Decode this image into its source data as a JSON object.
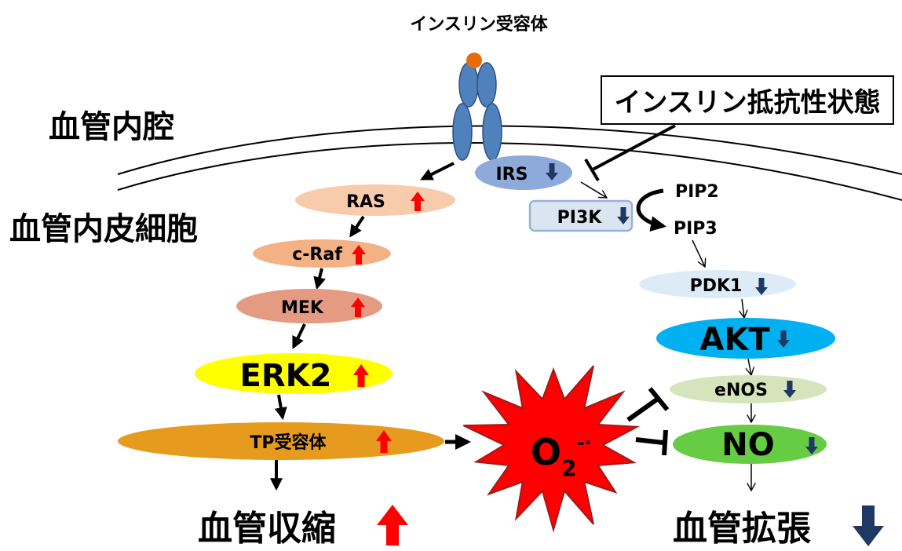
{
  "labels": {
    "receptor_title": "インスリン受容体",
    "vessel_lumen": "血管内腔",
    "endothelial_cell": "血管内皮細胞",
    "insulin_resistance": "インスリン抵抗性状態",
    "irs": "IRS",
    "pi3k": "PI3K",
    "pip2": "PIP2",
    "pip3": "PIP3",
    "pdk1": "PDK1",
    "akt": "AKT",
    "enos": "eNOS",
    "no": "NO",
    "ras": "RAS",
    "craf": "c-Raf",
    "mek": "MEK",
    "erk2": "ERK2",
    "tp_receptor": "TP受容体",
    "superoxide_base": "O",
    "superoxide_sub": "2",
    "superoxide_sup": "-·",
    "vasoconstriction": "血管収縮",
    "vasodilation": "血管拡張"
  },
  "status": {
    "up": "increase",
    "down": "decrease"
  },
  "colors": {
    "up_arrow": "#ff0000",
    "down_arrow": "#1f3864",
    "irs_fill": "#8eaadb",
    "pi3k_fill": "#dbe5f1",
    "pdk1_fill": "#ddebf7",
    "akt_fill": "#00b0f0",
    "enos_fill": "#d6e4bc",
    "no_fill": "#66cc44",
    "ras_fill": "#f8cbad",
    "craf_fill": "#f4b183",
    "mek_fill": "#e59a82",
    "erk2_fill": "#ffff00",
    "tp_fill": "#e69b1e",
    "burst_fill": "#ff0000",
    "receptor_fill": "#4f81bd",
    "ligand_fill": "#e46c0a"
  }
}
